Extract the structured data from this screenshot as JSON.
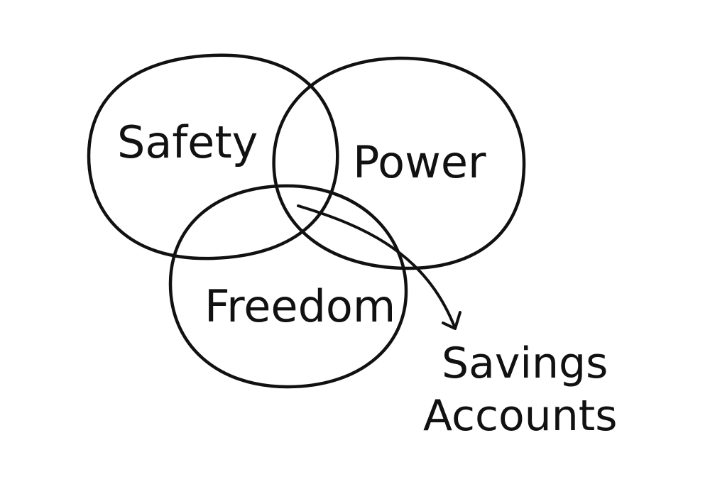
{
  "diagram": {
    "type": "venn",
    "sets": [
      {
        "label": "Safety"
      },
      {
        "label": "Power"
      },
      {
        "label": "Freedom"
      }
    ],
    "annotation": {
      "line1": "Savings",
      "line2": "Accounts"
    },
    "stroke_color": "#111111",
    "background_color": "#ffffff"
  }
}
